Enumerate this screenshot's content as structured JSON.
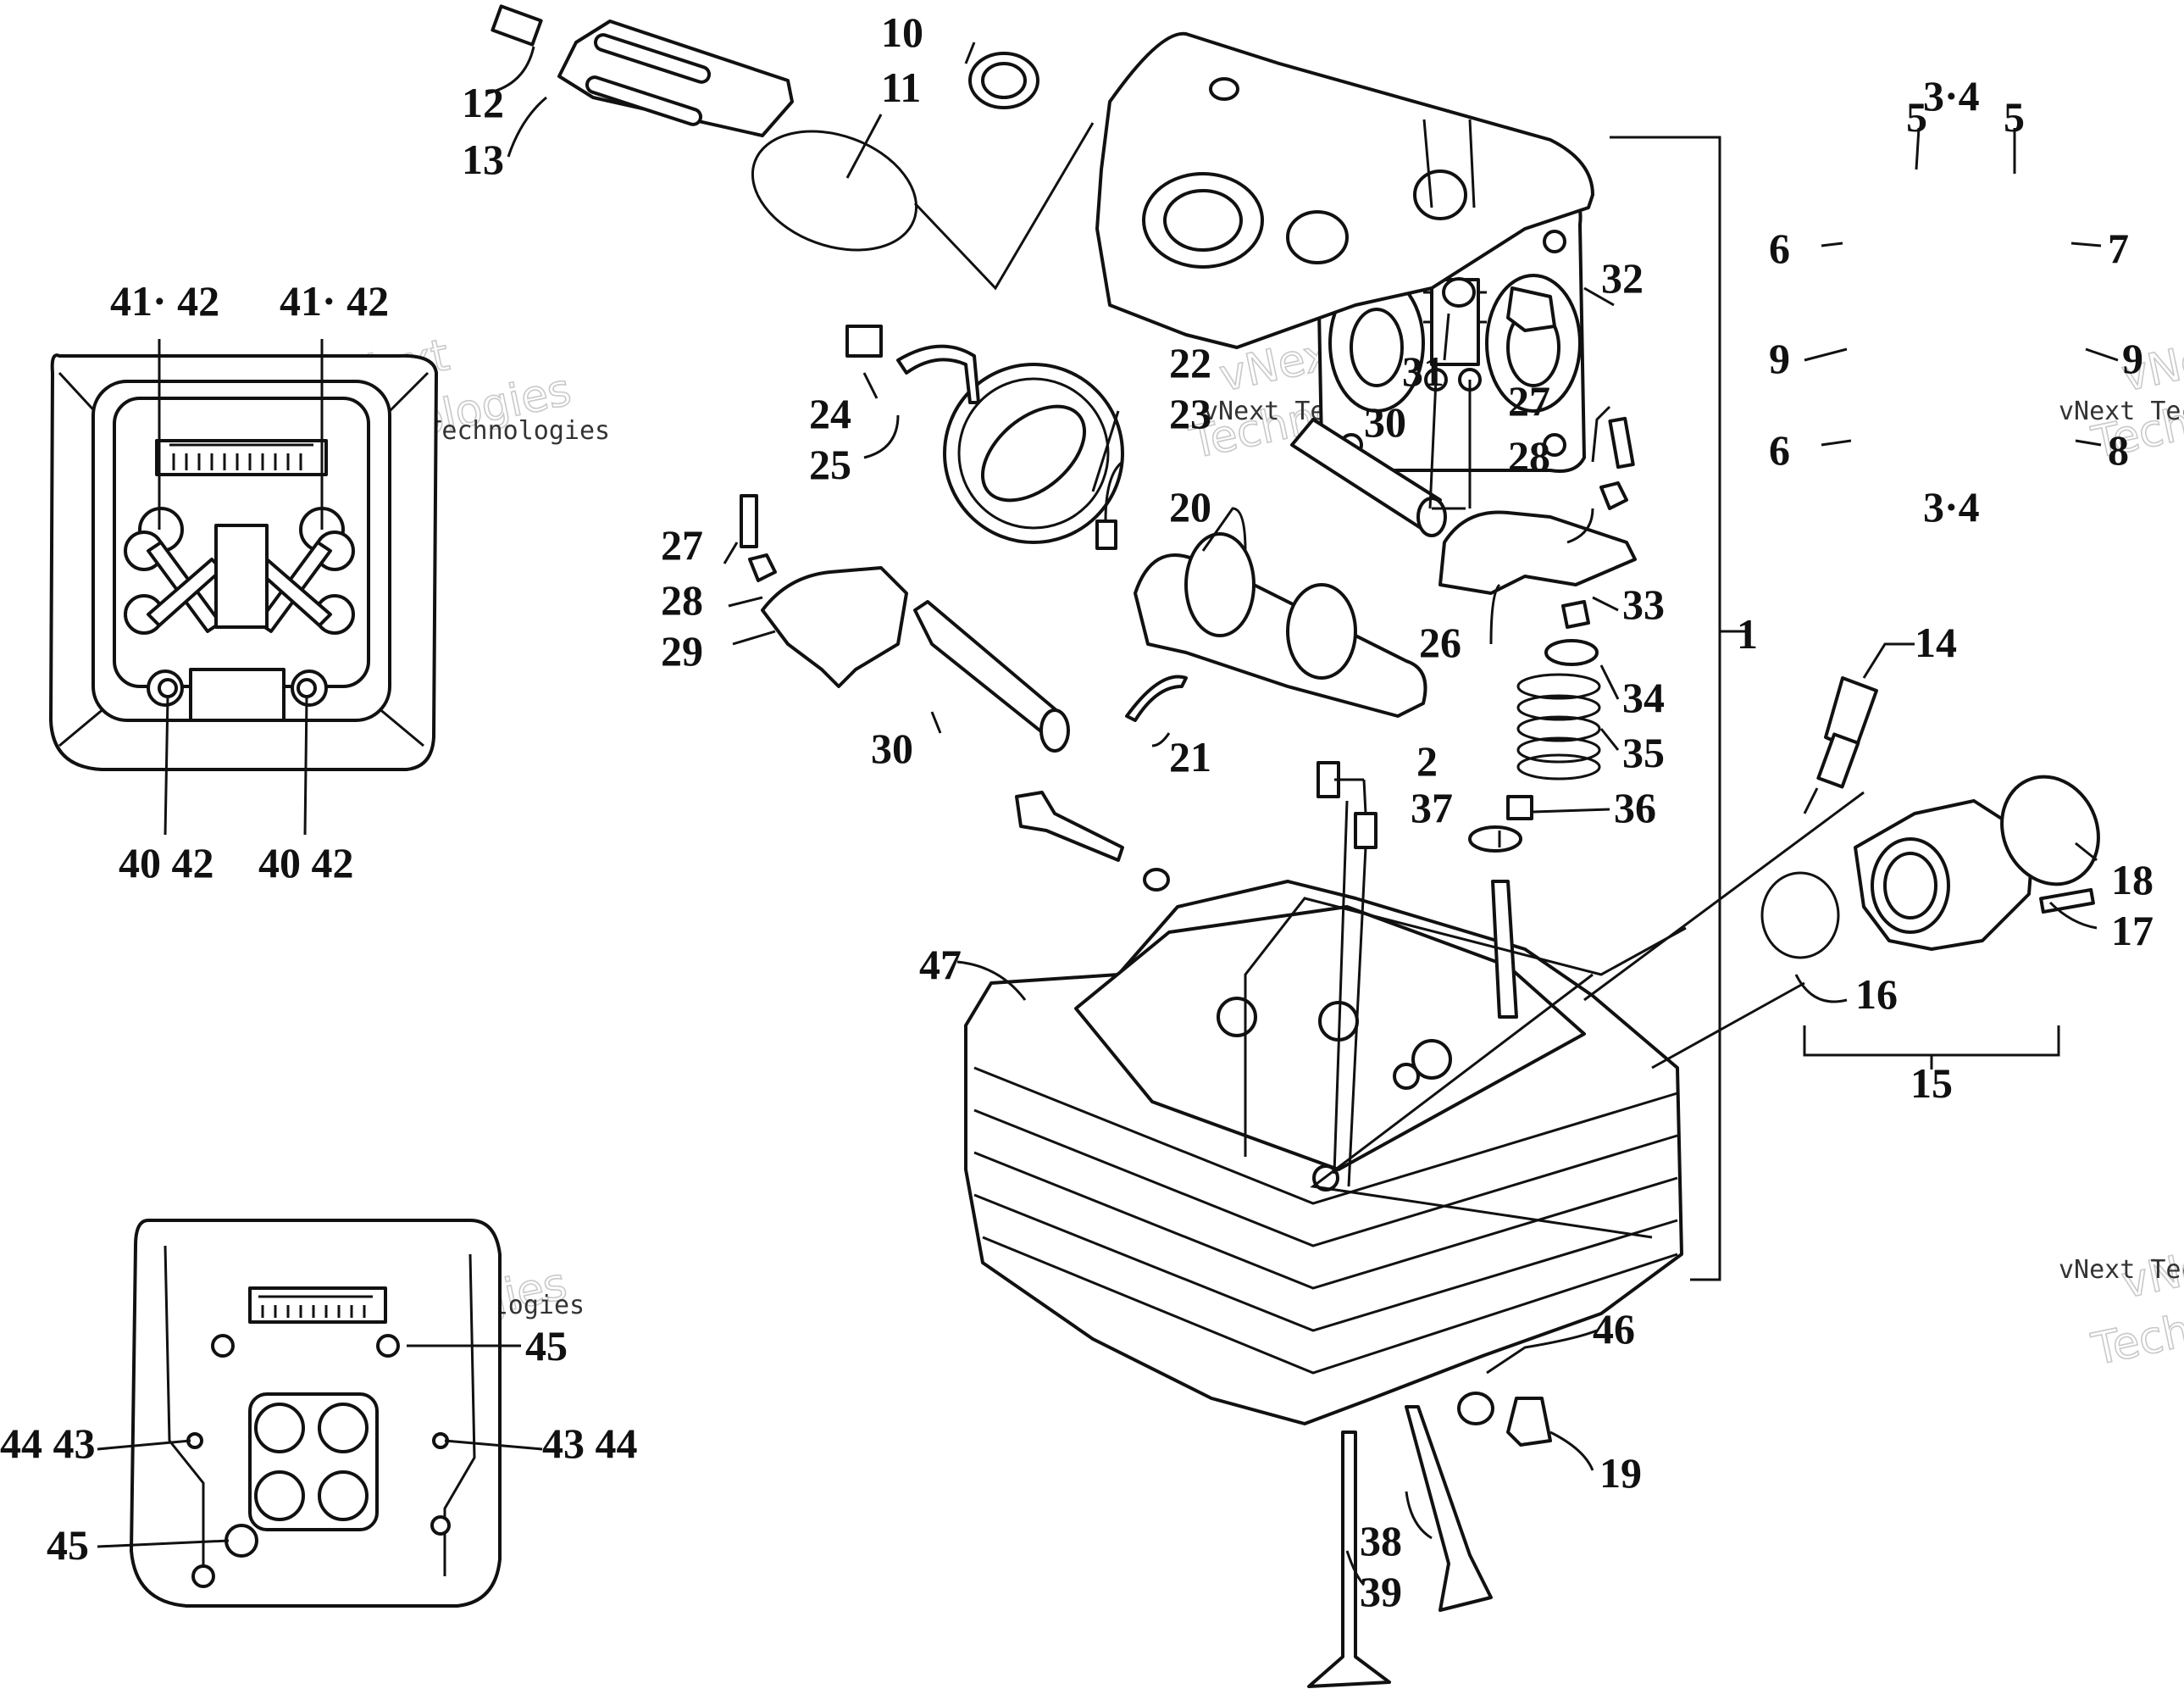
{
  "diagram": {
    "labels": {
      "l1": "1",
      "l2": "2",
      "l3_4a": "3·4",
      "l3_4b": "3·4",
      "l5a": "5",
      "l5b": "5",
      "l6a": "6",
      "l6b": "6",
      "l7": "7",
      "l8": "8",
      "l9a": "9",
      "l9b": "9",
      "l10": "10",
      "l11": "11",
      "l12": "12",
      "l13": "13",
      "l14": "14",
      "l15": "15",
      "l16": "16",
      "l17": "17",
      "l18": "18",
      "l19": "19",
      "l20": "20",
      "l21": "21",
      "l22": "22",
      "l23": "23",
      "l24": "24",
      "l25": "25",
      "l26": "26",
      "l27a": "27",
      "l27b": "27",
      "l28a": "28",
      "l28b": "28",
      "l29": "29",
      "l30a": "30",
      "l30b": "30",
      "l31": "31",
      "l32": "32",
      "l33": "33",
      "l34": "34",
      "l35": "35",
      "l36": "36",
      "l37": "37",
      "l38": "38",
      "l39": "39",
      "l40_42a": "40 42",
      "l40_42b": "40 42",
      "l41_42a": "41· 42",
      "l41_42b": "41· 42",
      "l43_44a": "44 43",
      "l43_44b": "43 44",
      "l45a": "45",
      "l45b": "45",
      "l46": "46",
      "l47": "47"
    },
    "watermark": {
      "line1": "vNext Technologies",
      "line2a": "vNext",
      "line2b": "Technologies"
    }
  }
}
